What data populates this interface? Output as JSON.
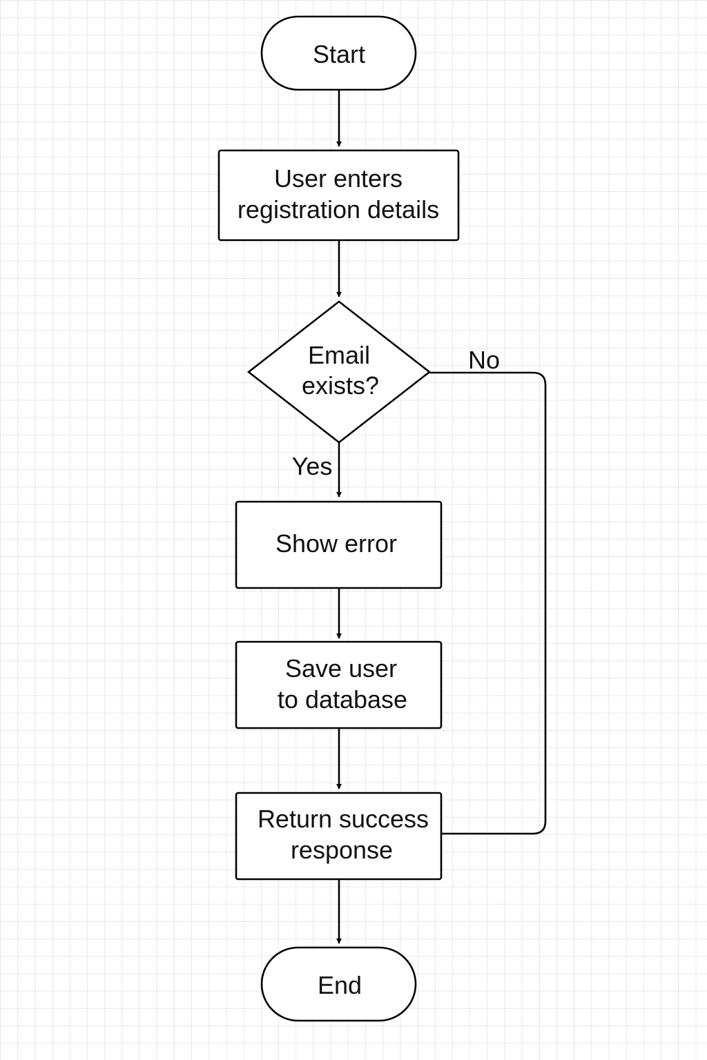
{
  "nodes": {
    "start": {
      "label": "Start"
    },
    "enter_details": {
      "line1": "User enters",
      "line2": "registration details"
    },
    "email_exists": {
      "line1": "Email",
      "line2": "exists?"
    },
    "show_error": {
      "label": "Show error"
    },
    "save_user": {
      "line1": "Save user",
      "line2": "to database"
    },
    "return_success": {
      "line1": "Return success",
      "line2": "response"
    },
    "end": {
      "label": "End"
    }
  },
  "edges": {
    "yes_label": "Yes",
    "no_label": "No"
  },
  "colors": {
    "stroke": "#000000",
    "fill": "#ffffff",
    "grid": "#e8e8e8"
  }
}
